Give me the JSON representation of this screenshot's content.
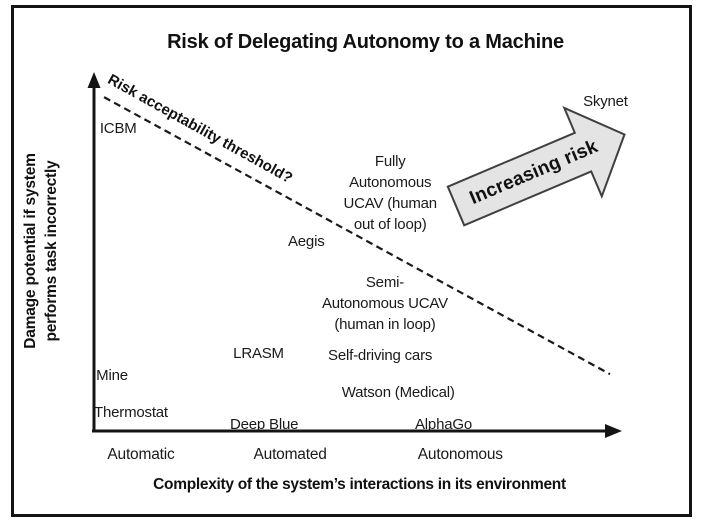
{
  "chart_data": {
    "type": "scatter",
    "title": "Risk of Delegating Autonomy to a Machine",
    "xlabel": "Complexity of the system’s interactions in its environment",
    "ylabel": "Damage potential if system\nperforms task incorrectly",
    "grid": false,
    "legend": false,
    "axis_color": "#141414",
    "x_axis_categories": [
      {
        "label": "Automatic",
        "x": 0.091
      },
      {
        "label": "Automated",
        "x": 0.374
      },
      {
        "label": "Autonomous",
        "x": 0.697
      }
    ],
    "points": [
      {
        "label": "ICBM",
        "x": 0.013,
        "y": 0.12,
        "align": "left"
      },
      {
        "label": "Skynet",
        "x": 0.93,
        "y": 0.045,
        "align": "left"
      },
      {
        "label": "Fully\nAutonomous\nUCAV (human\nout of loop)",
        "x": 0.564,
        "y": 0.213,
        "align": "center"
      },
      {
        "label": "Aegis",
        "x": 0.37,
        "y": 0.437,
        "align": "left"
      },
      {
        "label": "Semi-\nAutonomous UCAV\n(human in loop)",
        "x": 0.554,
        "y": 0.552,
        "align": "center"
      },
      {
        "label": "LRASM",
        "x": 0.266,
        "y": 0.751,
        "align": "left"
      },
      {
        "label": "Self-driving cars",
        "x": 0.446,
        "y": 0.756,
        "align": "left"
      },
      {
        "label": "Watson (Medical)",
        "x": 0.472,
        "y": 0.86,
        "align": "left"
      },
      {
        "label": "Mine",
        "x": 0.006,
        "y": 0.812,
        "align": "left"
      },
      {
        "label": "Thermostat",
        "x": 0.002,
        "y": 0.916,
        "align": "left"
      },
      {
        "label": "Deep Blue",
        "x": 0.26,
        "y": 0.95,
        "align": "left"
      },
      {
        "label": "AlphaGo",
        "x": 0.611,
        "y": 0.95,
        "align": "left"
      }
    ],
    "threshold_line": {
      "label": "Risk acceptability threshold?",
      "style": "dashed",
      "x1": 0.021,
      "y1": 0.062,
      "x2": 0.981,
      "y2": 0.838
    },
    "risk_arrow": {
      "label": "Increasing risk",
      "direction": "up-right",
      "fill": "#e4e4e4",
      "stroke": "#3f3f3f"
    }
  }
}
